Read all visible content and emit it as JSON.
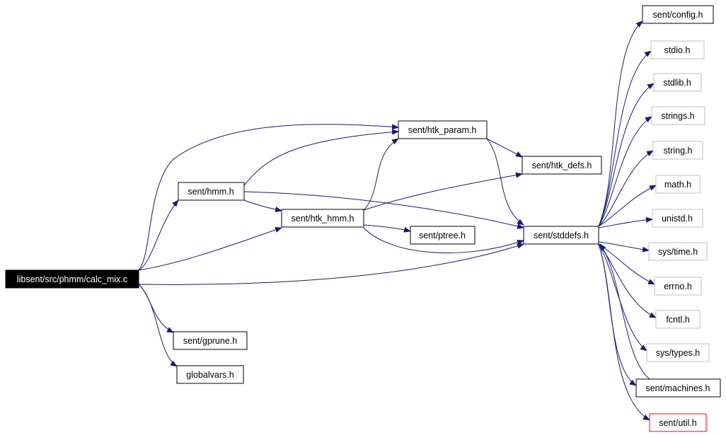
{
  "colors": {
    "edge": "#191970",
    "node_border": "#000000",
    "missing_node_border": "#bfbfbf",
    "root_fill": "#000000",
    "root_text": "#ffffff",
    "error_border": "#ff0000"
  },
  "nodes": [
    {
      "id": "calc_mix",
      "label": "libsent/src/phmm/calc_mix.c",
      "style": "root"
    },
    {
      "id": "hmm",
      "label": "sent/hmm.h",
      "style": "normal"
    },
    {
      "id": "htk_param",
      "label": "sent/htk_param.h",
      "style": "normal"
    },
    {
      "id": "htk_defs",
      "label": "sent/htk_defs.h",
      "style": "normal"
    },
    {
      "id": "htk_hmm",
      "label": "sent/htk_hmm.h",
      "style": "normal"
    },
    {
      "id": "ptree",
      "label": "sent/ptree.h",
      "style": "normal"
    },
    {
      "id": "stddefs",
      "label": "sent/stddefs.h",
      "style": "normal"
    },
    {
      "id": "gprune",
      "label": "sent/gprune.h",
      "style": "normal"
    },
    {
      "id": "globalvars",
      "label": "globalvars.h",
      "style": "normal"
    },
    {
      "id": "config",
      "label": "sent/config.h",
      "style": "normal"
    },
    {
      "id": "stdio",
      "label": "stdio.h",
      "style": "missing"
    },
    {
      "id": "stdlib",
      "label": "stdlib.h",
      "style": "missing"
    },
    {
      "id": "strings",
      "label": "strings.h",
      "style": "missing"
    },
    {
      "id": "string",
      "label": "string.h",
      "style": "missing"
    },
    {
      "id": "math",
      "label": "math.h",
      "style": "missing"
    },
    {
      "id": "unistd",
      "label": "unistd.h",
      "style": "missing"
    },
    {
      "id": "systime",
      "label": "sys/time.h",
      "style": "missing"
    },
    {
      "id": "errno",
      "label": "errno.h",
      "style": "missing"
    },
    {
      "id": "fcntl",
      "label": "fcntl.h",
      "style": "missing"
    },
    {
      "id": "systypes",
      "label": "sys/types.h",
      "style": "missing"
    },
    {
      "id": "machines",
      "label": "sent/machines.h",
      "style": "normal"
    },
    {
      "id": "util",
      "label": "sent/util.h",
      "style": "error"
    }
  ],
  "edges": [
    {
      "from": "calc_mix",
      "to": "hmm"
    },
    {
      "from": "calc_mix",
      "to": "htk_param"
    },
    {
      "from": "calc_mix",
      "to": "htk_hmm"
    },
    {
      "from": "calc_mix",
      "to": "stddefs"
    },
    {
      "from": "calc_mix",
      "to": "gprune"
    },
    {
      "from": "calc_mix",
      "to": "globalvars"
    },
    {
      "from": "hmm",
      "to": "htk_param"
    },
    {
      "from": "hmm",
      "to": "htk_hmm"
    },
    {
      "from": "hmm",
      "to": "stddefs"
    },
    {
      "from": "htk_hmm",
      "to": "htk_param"
    },
    {
      "from": "htk_hmm",
      "to": "htk_defs"
    },
    {
      "from": "htk_hmm",
      "to": "ptree"
    },
    {
      "from": "htk_hmm",
      "to": "stddefs"
    },
    {
      "from": "htk_param",
      "to": "htk_defs"
    },
    {
      "from": "htk_param",
      "to": "stddefs"
    },
    {
      "from": "stddefs",
      "to": "config"
    },
    {
      "from": "stddefs",
      "to": "stdio"
    },
    {
      "from": "stddefs",
      "to": "stdlib"
    },
    {
      "from": "stddefs",
      "to": "strings"
    },
    {
      "from": "stddefs",
      "to": "string"
    },
    {
      "from": "stddefs",
      "to": "math"
    },
    {
      "from": "stddefs",
      "to": "unistd"
    },
    {
      "from": "stddefs",
      "to": "systime"
    },
    {
      "from": "stddefs",
      "to": "errno"
    },
    {
      "from": "stddefs",
      "to": "fcntl"
    },
    {
      "from": "stddefs",
      "to": "systypes"
    },
    {
      "from": "stddefs",
      "to": "machines"
    },
    {
      "from": "stddefs",
      "to": "util"
    },
    {
      "from": "machines",
      "to": "stddefs"
    }
  ]
}
